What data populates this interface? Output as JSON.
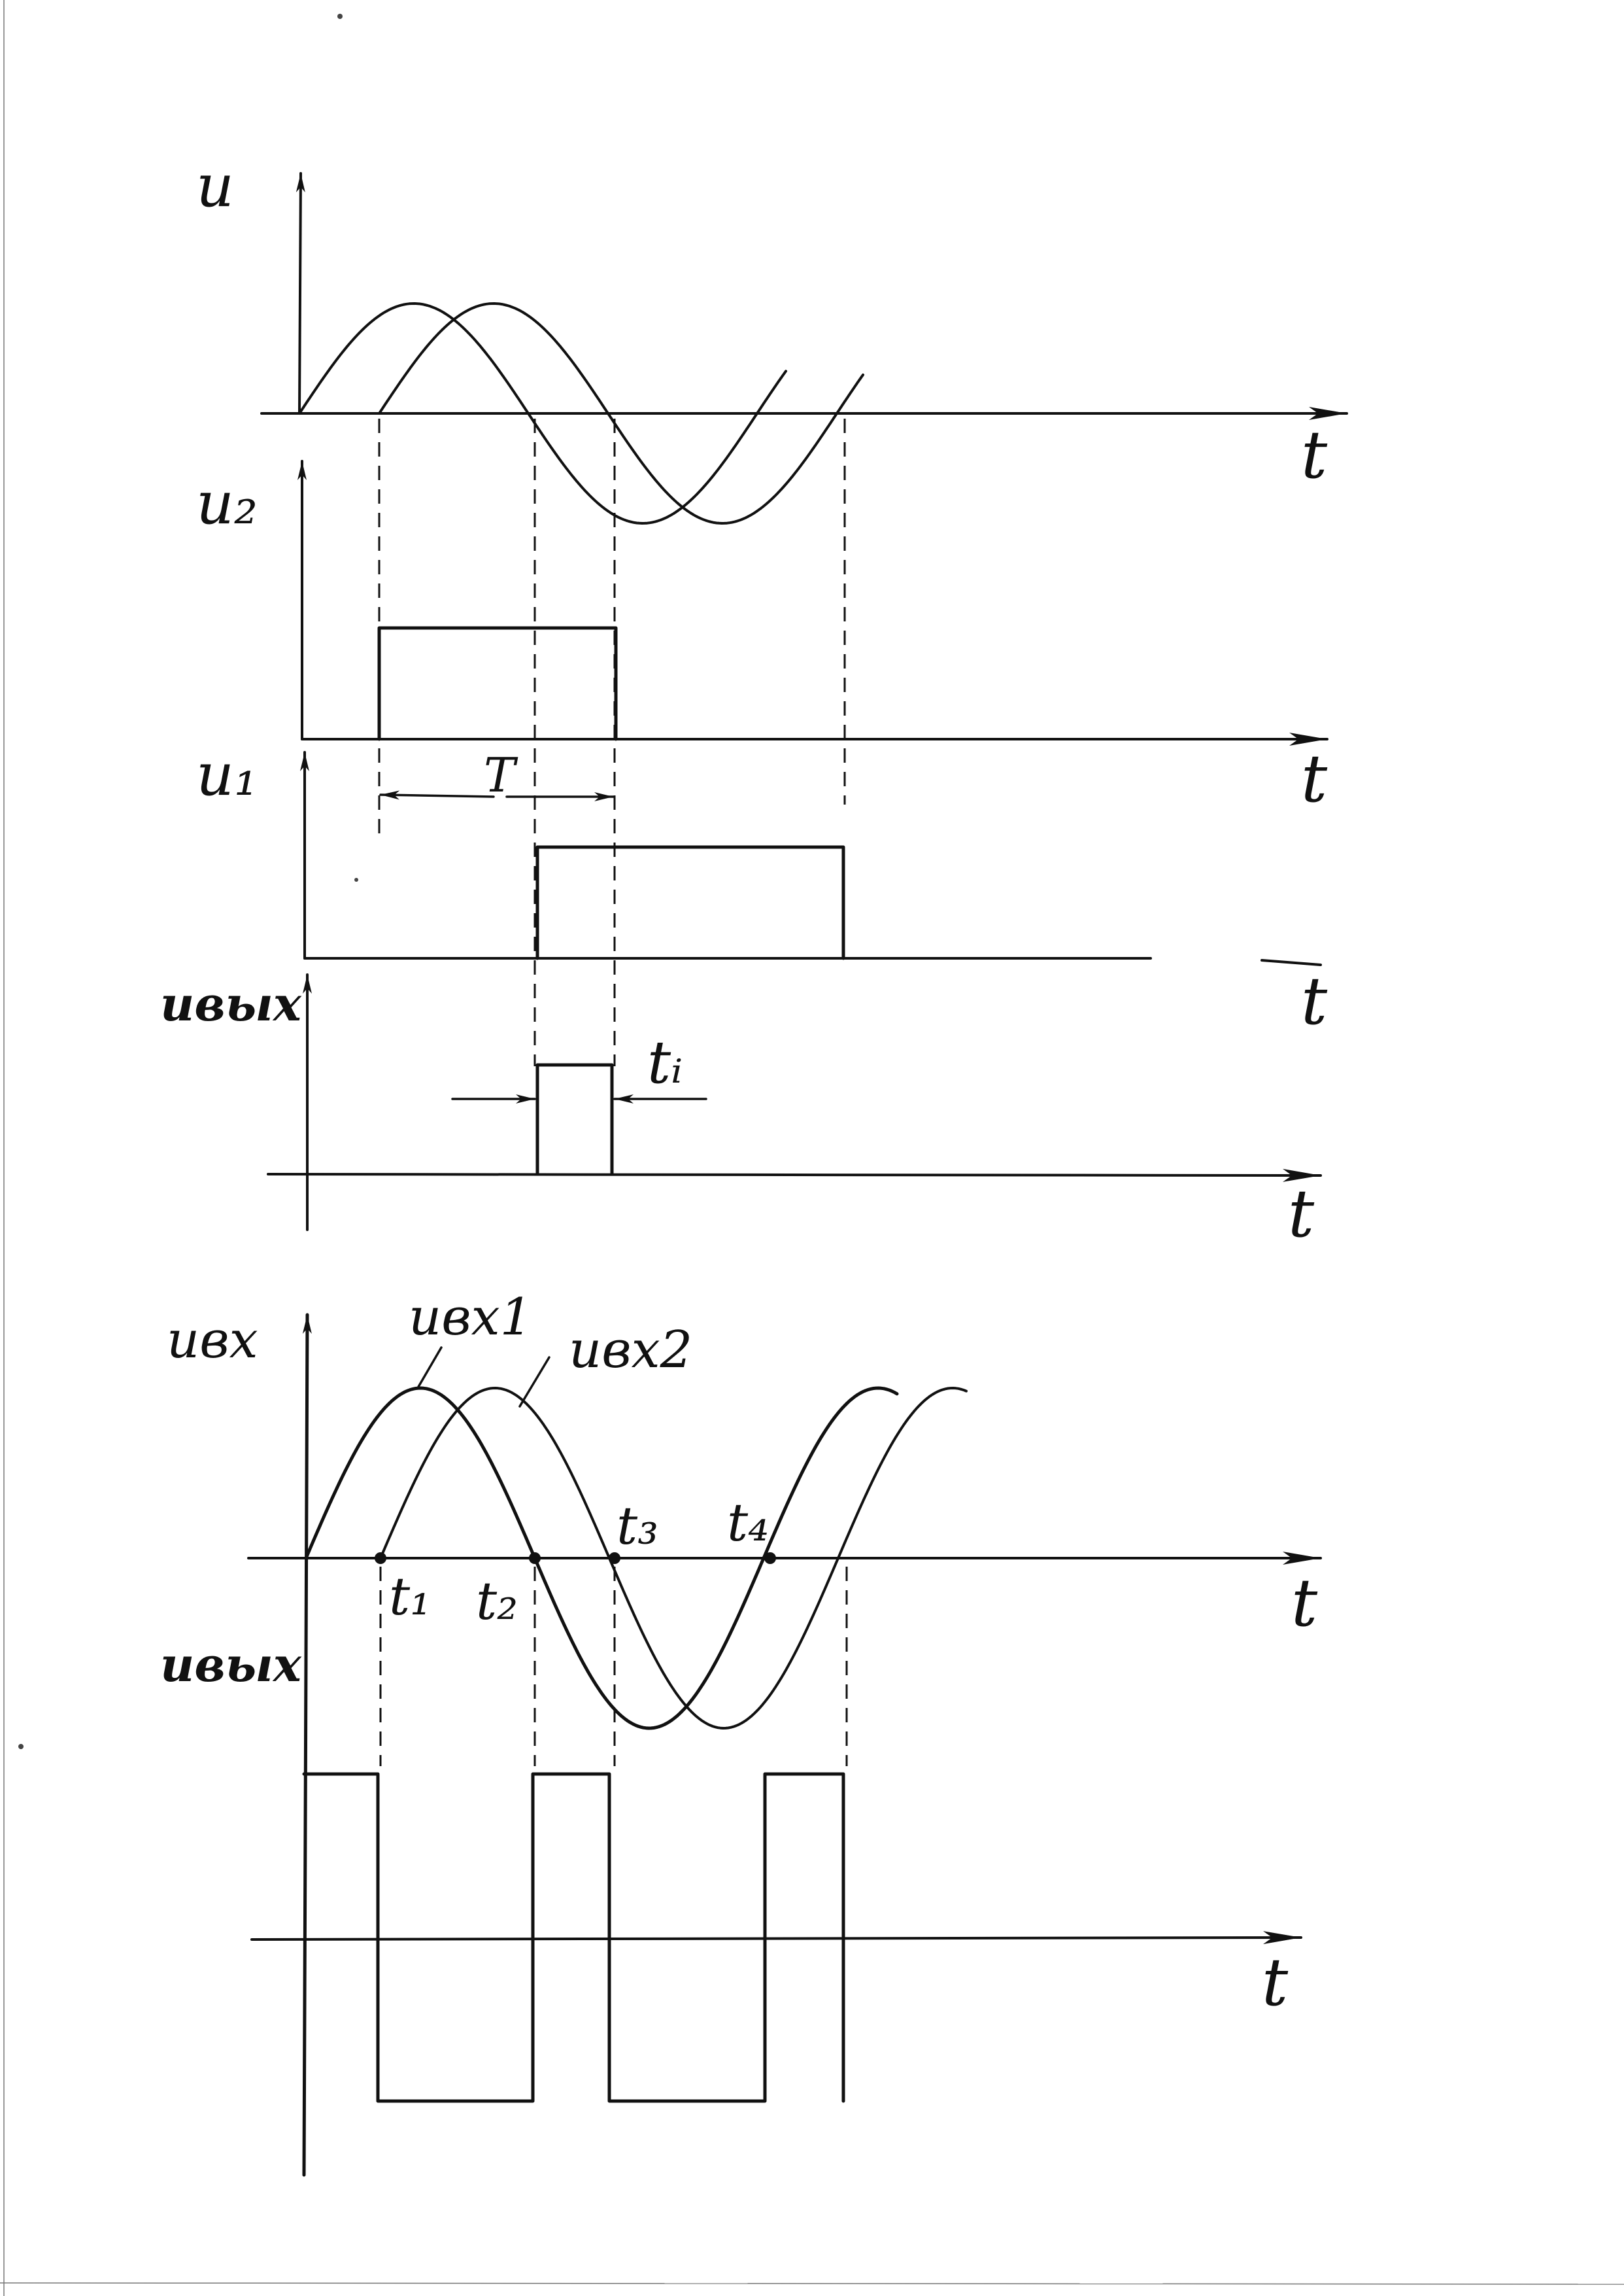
{
  "colors": {
    "ink": "#111111",
    "paper": "#ffffff"
  },
  "diagram_top": {
    "axis_u": "u",
    "axis_u2": "u₂",
    "axis_u1": "u₁",
    "axis_uout": "uвых",
    "time_label": "t",
    "period_label": "T",
    "pulse_width_label": "tᵢ"
  },
  "diagram_bottom": {
    "axis_uin": "uвх",
    "axis_uout": "uвых",
    "series_in1": "uвх1",
    "series_in2": "uвх2",
    "time_label": "t",
    "marks": [
      "t₁",
      "t₂",
      "t₃",
      "t₄"
    ]
  }
}
